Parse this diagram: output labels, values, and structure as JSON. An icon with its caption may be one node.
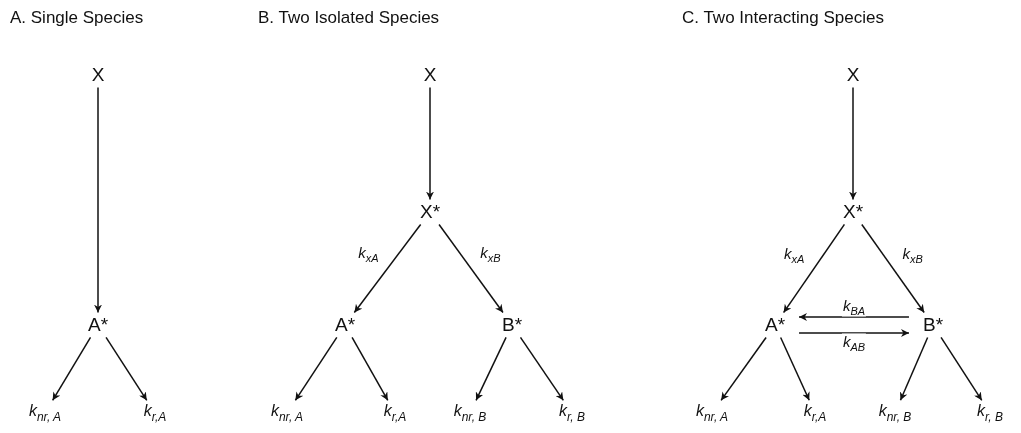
{
  "diagram": {
    "nodes": [
      {
        "text": [
          "X"
        ]
      },
      {
        "text": [
          "A*"
        ]
      },
      {
        "text": [
          "k$_{nr, A}$"
        ]
      },
      {
        "text": [
          "k$_{r,A}$"
        ]
      },
      {
        "text": [
          "X"
        ]
      },
      {
        "text": [
          "X*"
        ]
      },
      {
        "text": [
          "A*"
        ]
      },
      {
        "text": [
          "B*"
        ]
      },
      {
        "text": [
          "k$_{nr, A}$"
        ]
      },
      {
        "text": [
          "k$_{r,A}$"
        ]
      },
      {
        "text": [
          "k$_{nr, B}$"
        ]
      },
      {
        "text": [
          "k$_{r, B}$"
        ]
      },
      {
        "text": [
          "X"
        ]
      },
      {
        "text": [
          "X*"
        ]
      },
      {
        "text": [
          "A*"
        ]
      },
      {
        "text": [
          "B*"
        ]
      },
      {
        "text": [
          "k$_{nr, A}$"
        ]
      },
      {
        "text": [
          "k$_{r,A}$"
        ]
      },
      {
        "text": [
          "k$_{nr, B}$"
        ]
      },
      {
        "text": [
          "k$_{r, B}$"
        ]
      }
    ],
    "edges": [
      {
        "from": 0,
        "to": 1,
        "arrow": "to"
      },
      {
        "from": 1,
        "to": 2,
        "arrow": "to"
      },
      {
        "from": 1,
        "to": 3,
        "arrow": "to"
      },
      {
        "from": 4,
        "to": 5,
        "arrow": "to"
      },
      {
        "from": 5,
        "to": 6,
        "arrow": "to",
        "label": "k$_{xA}$"
      },
      {
        "from": 5,
        "to": 7,
        "arrow": "to",
        "label": "k$_{xB}$"
      },
      {
        "from": 6,
        "to": 8,
        "arrow": "to"
      },
      {
        "from": 6,
        "to": 9,
        "arrow": "to"
      },
      {
        "from": 7,
        "to": 10,
        "arrow": "to"
      },
      {
        "from": 7,
        "to": 11,
        "arrow": "to"
      },
      {
        "from": 12,
        "to": 13,
        "arrow": "to"
      },
      {
        "from": 13,
        "to": 14,
        "arrow": "to",
        "label": "k$_{xA}$"
      },
      {
        "from": 13,
        "to": 15,
        "arrow": "to",
        "label": "k$_{xB}$"
      },
      {
        "from": 15,
        "to": 14,
        "arrow": "to",
        "label": "k$_{BA}$"
      },
      {
        "from": 14,
        "to": 15,
        "arrow": "to",
        "label": "k$_{AB}$"
      },
      {
        "from": 14,
        "to": 16,
        "arrow": "to"
      },
      {
        "from": 14,
        "to": 17,
        "arrow": "to"
      },
      {
        "from": 15,
        "to": 18,
        "arrow": "to"
      },
      {
        "from": 15,
        "to": 19,
        "arrow": "to"
      }
    ],
    "labels": [
      "A.  Single Species",
      "B.  Two Isolated Species",
      "C.  Two Interacting Species"
    ]
  }
}
